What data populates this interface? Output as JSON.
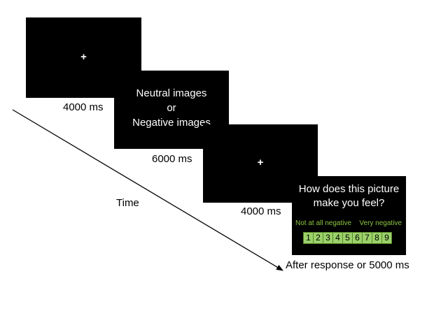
{
  "screens": {
    "fixation_1": {
      "symbol": "+",
      "duration": "4000 ms"
    },
    "stimulus": {
      "line1": "Neutral images",
      "line2": "or",
      "line3": "Negative images",
      "duration": "6000 ms"
    },
    "fixation_2": {
      "symbol": "+",
      "duration": "4000 ms"
    },
    "rating": {
      "question_line1": "How does this picture",
      "question_line2": "make you feel?",
      "anchor_left": "Not at all negative",
      "anchor_right": "Very negative",
      "scale": [
        "1",
        "2",
        "3",
        "4",
        "5",
        "6",
        "7",
        "8",
        "9"
      ],
      "duration": "After response or 5000 ms"
    }
  },
  "axis": {
    "label": "Time"
  },
  "colors": {
    "screen_bg": "#000000",
    "rating_text": "#8cc63f",
    "scale_box": "#9bd16a"
  }
}
